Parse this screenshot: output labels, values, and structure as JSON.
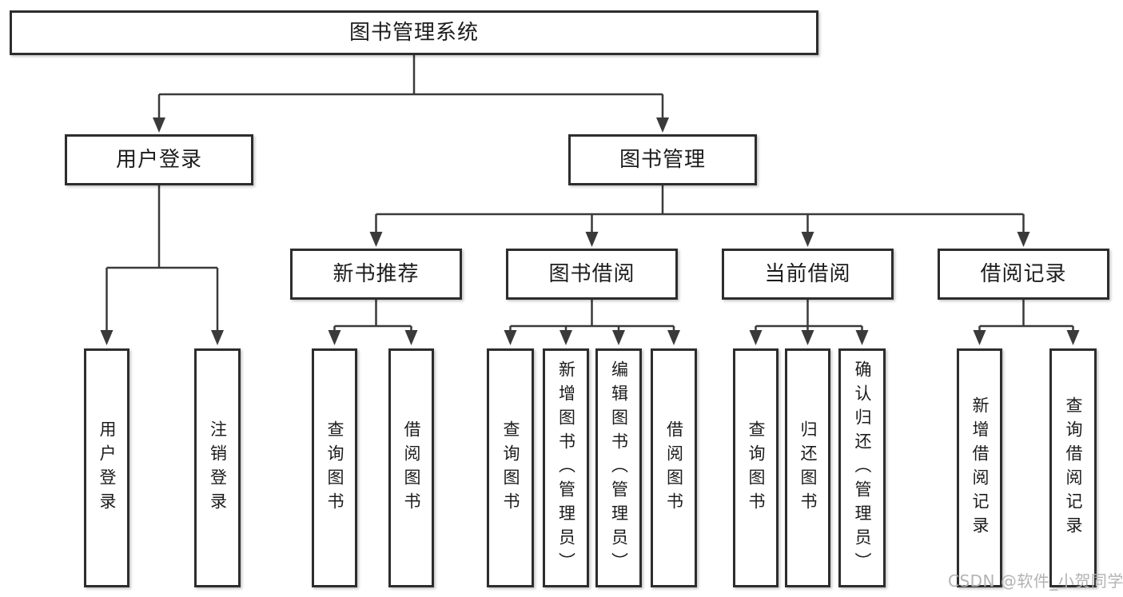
{
  "diagram": {
    "title": "图书管理系统",
    "level2": [
      {
        "label": "用户登录",
        "children": [
          "用户登录",
          "注销登录"
        ]
      },
      {
        "label": "图书管理",
        "children": [
          {
            "label": "新书推荐",
            "children": [
              "查询图书",
              "借阅图书"
            ]
          },
          {
            "label": "图书借阅",
            "children": [
              "查询图书",
              "新增图书（管理员）",
              "编辑图书（管理员）",
              "借阅图书"
            ]
          },
          {
            "label": "当前借阅",
            "children": [
              "查询图书",
              "归还图书",
              "确认归还（管理员）"
            ]
          },
          {
            "label": "借阅记录",
            "children": [
              "新增借阅记录",
              "查询借阅记录"
            ]
          }
        ]
      }
    ]
  },
  "colors": {
    "box_border": "#2d2d2d",
    "connector_line": "#3a3a3a",
    "text": "#1c1c1c",
    "watermark": "#b3b3b3"
  },
  "watermark": {
    "text": "CSDN @软件_小贺同学"
  }
}
